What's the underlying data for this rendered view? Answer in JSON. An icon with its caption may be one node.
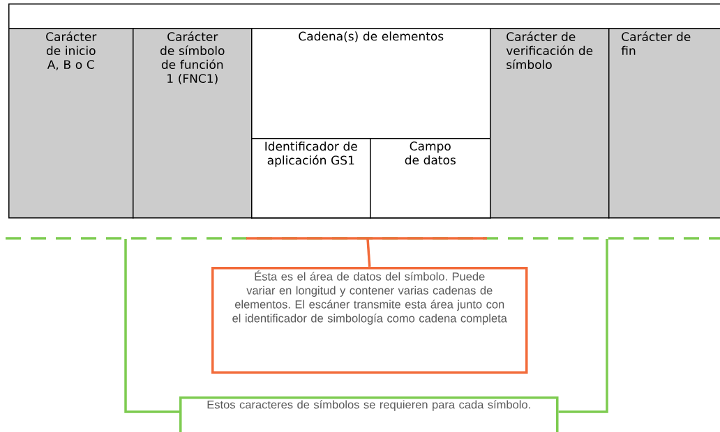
{
  "diagram": {
    "nodes": [
      {
        "text": [],
        "shape": "box"
      },
      {
        "text": [
          "Carácter de inicio A, B o C"
        ]
      },
      {
        "text": [
          "Carácter de símbolo de función 1 (FNC1)"
        ]
      },
      {
        "text": [
          "Cadena(s) de elementos"
        ]
      },
      {
        "text": [
          "Identificador de aplicación GS1"
        ],
        "in": 3
      },
      {
        "text": [
          "Campo de datos"
        ],
        "in": 3
      },
      {
        "text": [
          "Carácter de verificación de símbolo"
        ]
      },
      {
        "text": [
          "Carácter de fin"
        ]
      },
      {
        "text": [
          "Ésta es el área de datos del símbolo. Puede variar en longitud y contener varias cadenas de elementos. El escáner transmite esta área junto con el identificador de simbología como cadena completa"
        ]
      },
      {
        "text": [
          "Estos caracteres de símbolos se requieren para cada símbolo."
        ]
      }
    ],
    "edges": [
      {
        "from": 8,
        "to": null,
        "arrow": "none",
        "color": "#f26b3a"
      },
      {
        "from": 9,
        "to": null,
        "arrow": "none"
      },
      {
        "from": 9,
        "to": null,
        "arrow": "none"
      }
    ]
  }
}
